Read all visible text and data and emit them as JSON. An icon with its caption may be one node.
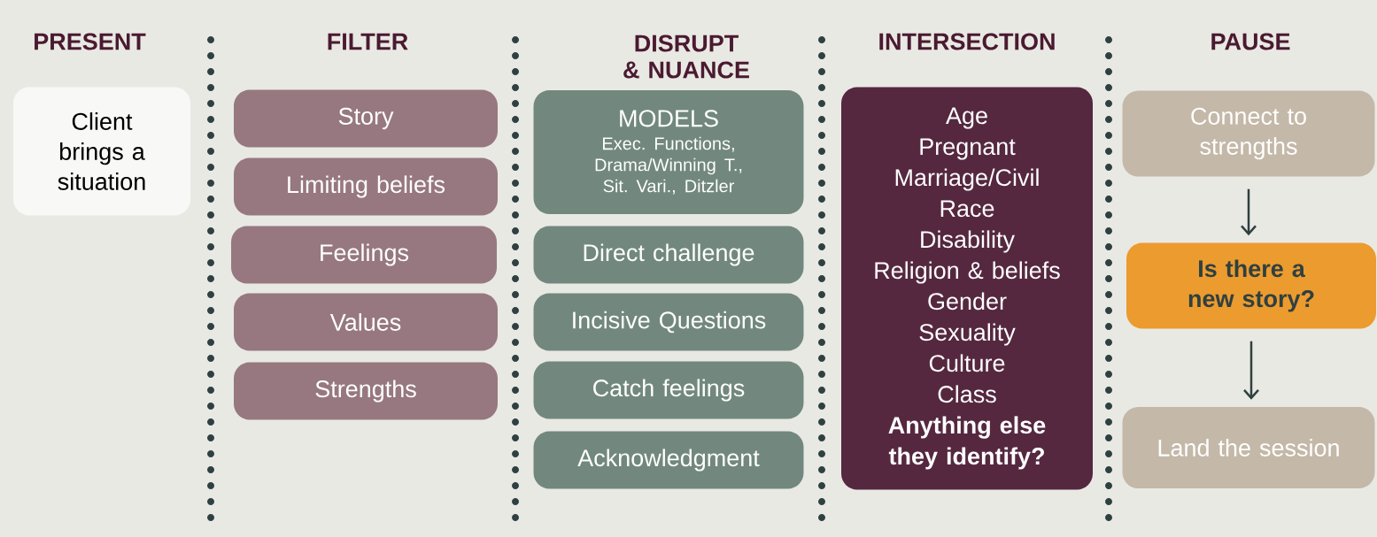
{
  "diagram": {
    "nodes": [
      {
        "text": [
          "Client brings a situation"
        ]
      },
      {
        "text": [
          "Story"
        ]
      },
      {
        "text": [
          "Limiting beliefs"
        ]
      },
      {
        "text": [
          "Feelings"
        ]
      },
      {
        "text": [
          "Values"
        ]
      },
      {
        "text": [
          "Strengths"
        ]
      },
      {
        "text": [
          "MODELS",
          "Exec. Functions, Drama/Winning T., Sit. Vari., Ditzler"
        ]
      },
      {
        "text": [
          "Direct challenge"
        ]
      },
      {
        "text": [
          "Incisive Questions"
        ]
      },
      {
        "text": [
          "Catch feelings"
        ]
      },
      {
        "text": [
          "Acknowledgment"
        ]
      },
      {
        "text": [
          "Age",
          "Pregnant",
          "Marriage/Civil",
          "Race",
          "Disability",
          "Religion & beliefs",
          "Gender",
          "Sexuality",
          "Culture",
          "Class",
          "Anything else they identify?"
        ]
      },
      {
        "text": [
          "Connect to strengths"
        ]
      },
      {
        "text": [
          "Is there a new story?"
        ]
      },
      {
        "text": [
          "Land the session"
        ]
      }
    ],
    "edges": [
      {
        "from": 12,
        "to": 13,
        "arrow": "to"
      },
      {
        "from": 13,
        "to": 14,
        "arrow": "to"
      }
    ],
    "labels": [
      "PRESENT",
      "FILTER",
      "DISRUPT & NUANCE",
      "INTERSECTION",
      "PAUSE"
    ]
  }
}
